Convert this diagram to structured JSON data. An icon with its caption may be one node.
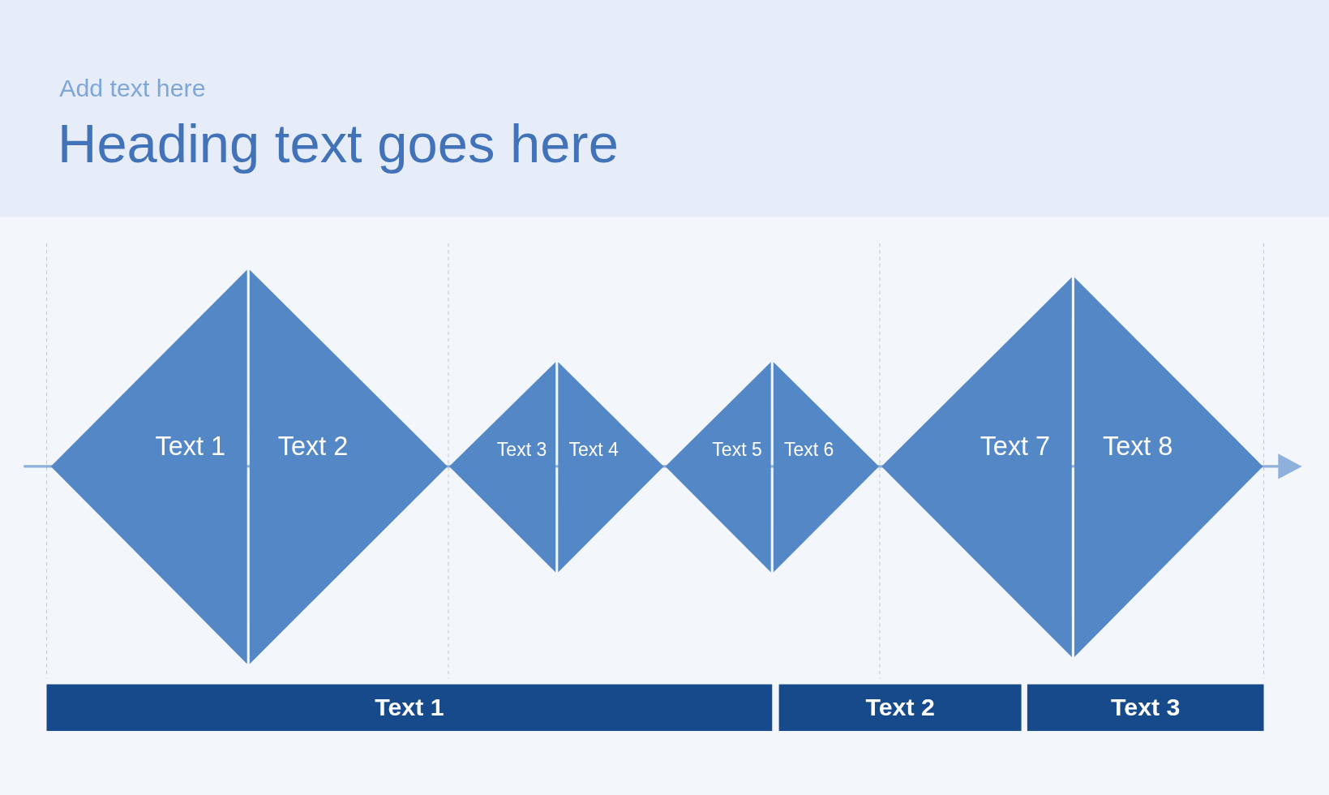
{
  "diagram": {
    "title": "Heading text goes here",
    "nodes": [
      {
        "text": [
          "Text 1"
        ]
      },
      {
        "text": [
          "Text 2"
        ]
      },
      {
        "text": [
          "Text 3"
        ]
      },
      {
        "text": [
          "Text 4"
        ]
      },
      {
        "text": [
          "Text 5"
        ]
      },
      {
        "text": [
          "Text 6"
        ]
      },
      {
        "text": [
          "Text 7"
        ]
      },
      {
        "text": [
          "Text 8"
        ]
      },
      {
        "text": [
          "Text 1"
        ]
      },
      {
        "text": [
          "Text 2"
        ]
      },
      {
        "text": [
          "Text 3"
        ]
      }
    ],
    "edges": [],
    "labels": [
      "Add text here"
    ]
  }
}
